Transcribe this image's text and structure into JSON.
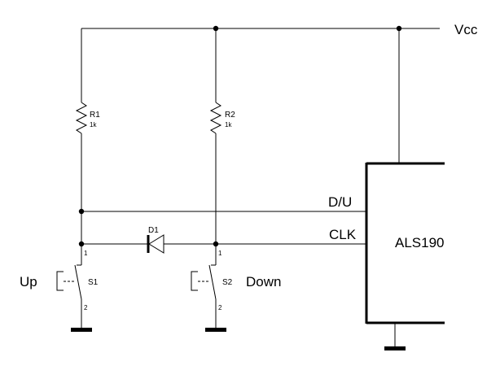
{
  "supply": {
    "label": "Vcc"
  },
  "ic": {
    "name": "ALS190",
    "pin_du": "D/U",
    "pin_clk": "CLK"
  },
  "r1": {
    "ref": "R1",
    "value": "1k"
  },
  "r2": {
    "ref": "R2",
    "value": "1k"
  },
  "d1": {
    "ref": "D1"
  },
  "s1": {
    "ref": "S1",
    "label": "Up",
    "pin1": "1",
    "pin2": "2"
  },
  "s2": {
    "ref": "S2",
    "label": "Down",
    "pin1": "1",
    "pin2": "2"
  },
  "colors": {
    "ink": "#000000",
    "background": "#ffffff"
  }
}
